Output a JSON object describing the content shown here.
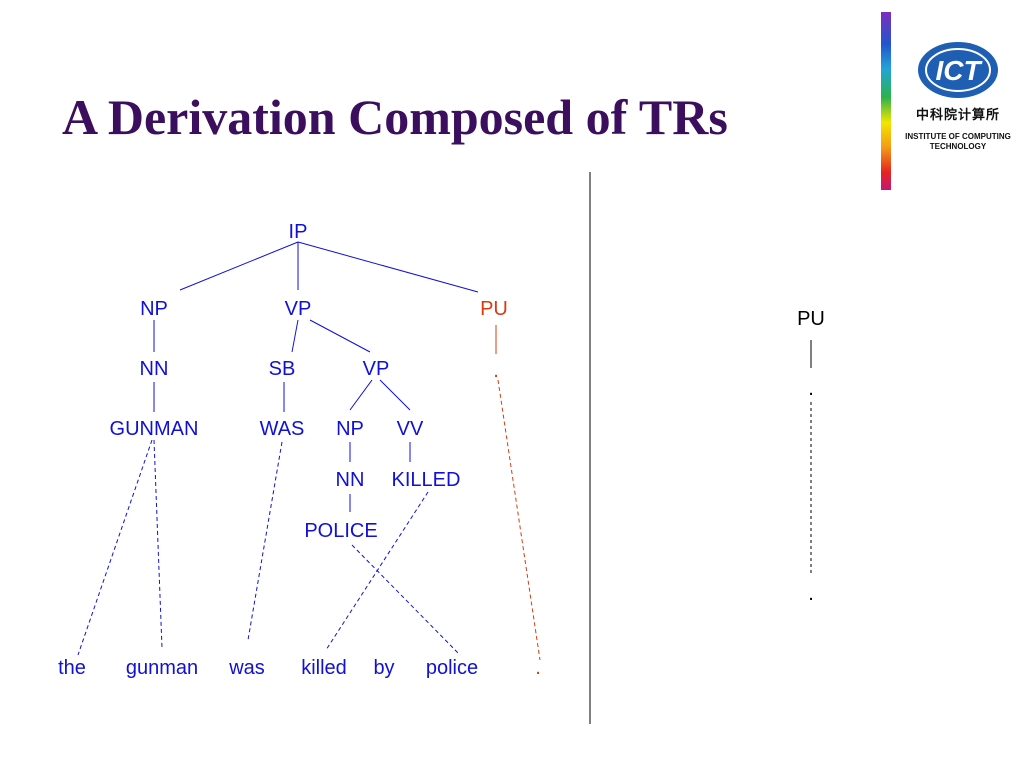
{
  "title": "A Derivation Composed of TRs",
  "logo": {
    "abbrev": "ICT",
    "chinese": "中科院计算所",
    "english_line1": "INSTITUTE OF COMPUTING",
    "english_line2": "TECHNOLOGY"
  },
  "tree": {
    "ip": "IP",
    "np": "NP",
    "vp": "VP",
    "pu": "PU",
    "nn": "NN",
    "sb": "SB",
    "vp2": "VP",
    "pu_leaf": ".",
    "gunman_upper": "GUNMAN",
    "was_upper": "WAS",
    "np2": "NP",
    "vv": "VV",
    "nn2": "NN",
    "killed_upper": "KILLED",
    "police_upper": "POLICE"
  },
  "sentence": [
    "the",
    "gunman",
    "was",
    "killed",
    "by",
    "police",
    "."
  ],
  "rule": {
    "pu": "PU",
    "leaf_top": ".",
    "leaf_bottom": "."
  },
  "colors": {
    "title": "#3b0f5e",
    "node": "#1010d8",
    "punct": "#d83b0e",
    "logo_blue": "#1f5fb3"
  }
}
